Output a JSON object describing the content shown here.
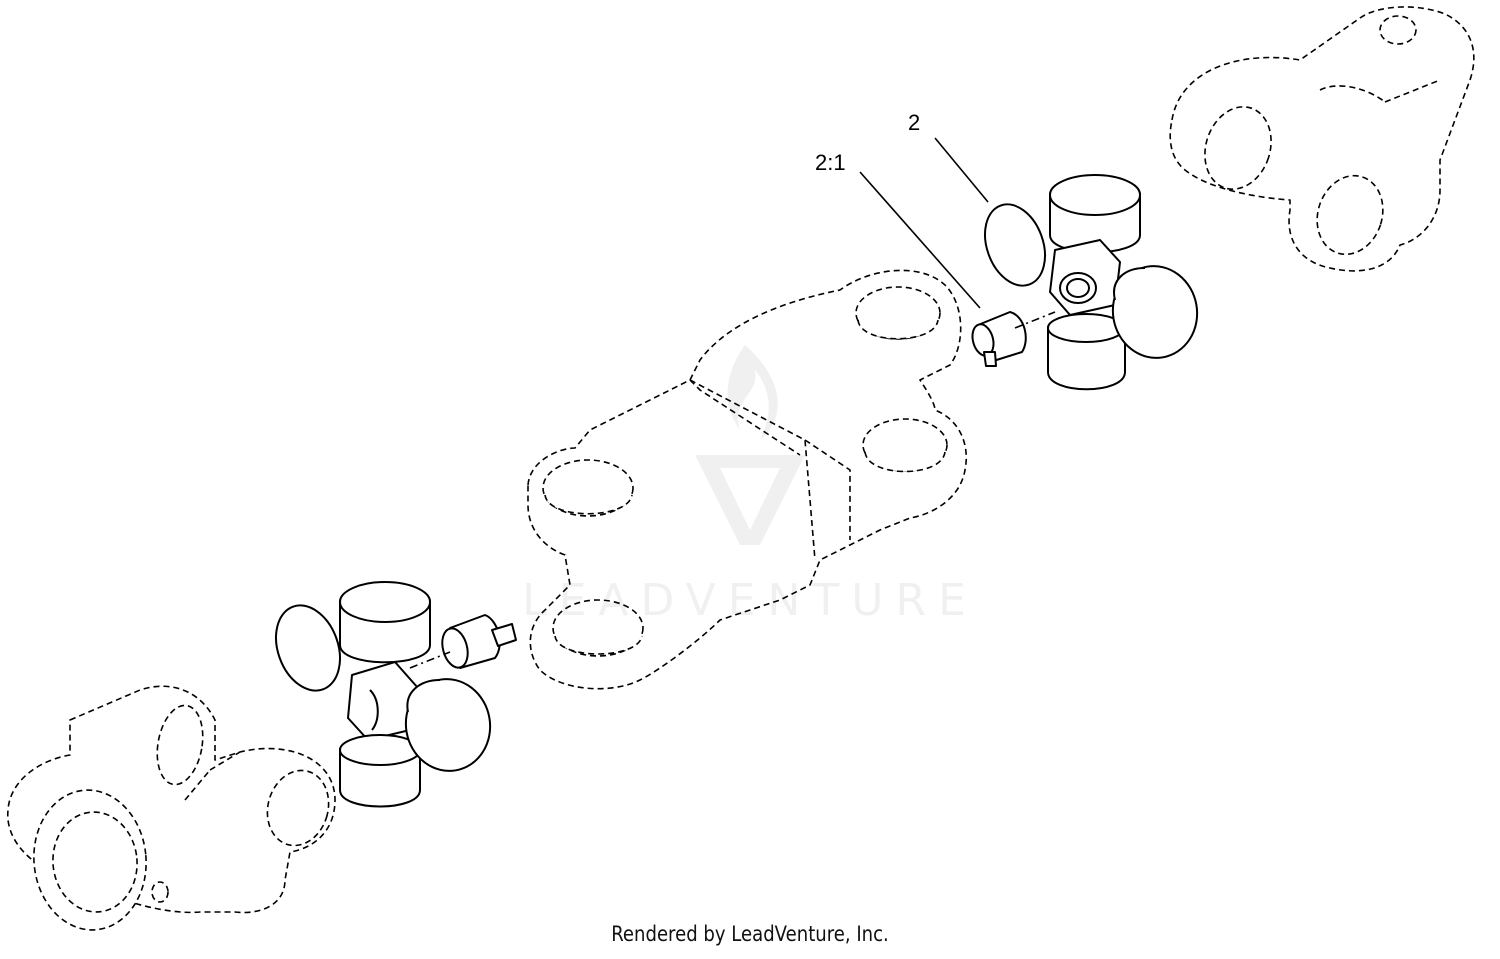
{
  "callouts": {
    "part_2": "2",
    "part_2_1": "2:1"
  },
  "watermark": {
    "brand": "LEADVENTURE"
  },
  "footer": {
    "text": "Rendered by LeadVenture, Inc."
  },
  "colors": {
    "line": "#000000",
    "background": "#ffffff",
    "watermark": "#000000"
  }
}
